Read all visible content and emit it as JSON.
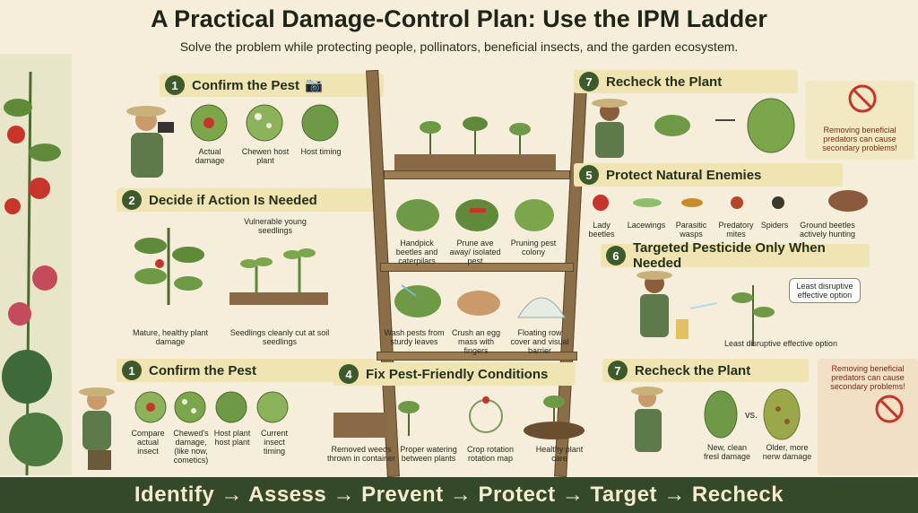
{
  "header": {
    "title": "A Practical Damage-Control Plan: Use the IPM Ladder",
    "subtitle": "Solve the problem while protecting people, pollinators, beneficial insects, and the garden ecosystem."
  },
  "left": {
    "step1": {
      "number": "1",
      "title": "Confirm the Pest",
      "captions": [
        "Actual damage",
        "Chewen host plant",
        "Host timing"
      ]
    },
    "step2": {
      "number": "2",
      "title": "Decide if Action Is Needed",
      "top_caption": "Vulnerable young seedlings",
      "captions": [
        "Mature, healthy plant damage",
        "Seedlings cleanly cut at soil seedlings"
      ]
    },
    "step1b": {
      "number": "1",
      "title": "Confirm the Pest",
      "captions": [
        "Compare actual insect",
        "Chewed's damage, (like now, cometics)",
        "Host plant host plant",
        "Current insect timing"
      ]
    }
  },
  "ladder": {
    "shelf2": [
      "Handpick beetles and caterpilars",
      "Prune ave away/ isolated pest",
      "Pruning pest colony"
    ],
    "shelf3": [
      "Wash pests from sturdy leaves",
      "Crush an egg mass with fingers",
      "Floating row cover and visual barrier"
    ]
  },
  "step4": {
    "number": "4",
    "title": "Fix Pest-Friendly Conditions",
    "captions": [
      "Removed weeds thrown in container",
      "Proper watering between plants",
      "Crop rotation rotation map",
      "Healthy plant care"
    ]
  },
  "right": {
    "step7a": {
      "number": "7",
      "title": "Recheck the Plant",
      "note": "Removing beneficial predators can cause secondary problems!"
    },
    "step5": {
      "number": "5",
      "title": "Protect Natural Enemies",
      "captions": [
        "Lady beetles",
        "Lacewings",
        "Parasitic wasps",
        "Predatory mites",
        "Spiders",
        "Ground beetles actively hunting"
      ]
    },
    "step6": {
      "number": "6",
      "title": "Targeted Pesticide Only When Needed",
      "bubble": "Least disruptive effective option",
      "caption": "Least disruptive effective option"
    },
    "step7b": {
      "number": "7",
      "title": "Recheck the Plant",
      "vs": "vs.",
      "captions": [
        "New, clean fresl damage",
        "Older, more nerw damage"
      ],
      "note": "Removing beneficial predators can cause secondary problems!"
    }
  },
  "footer": {
    "steps": "Identify → Assess → Prevent → Protect → Target → Recheck"
  },
  "colors": {
    "band": "#f0e4b3",
    "badge": "#3d5a2a",
    "footer": "#34482a",
    "ladder": "#8a6e47"
  }
}
